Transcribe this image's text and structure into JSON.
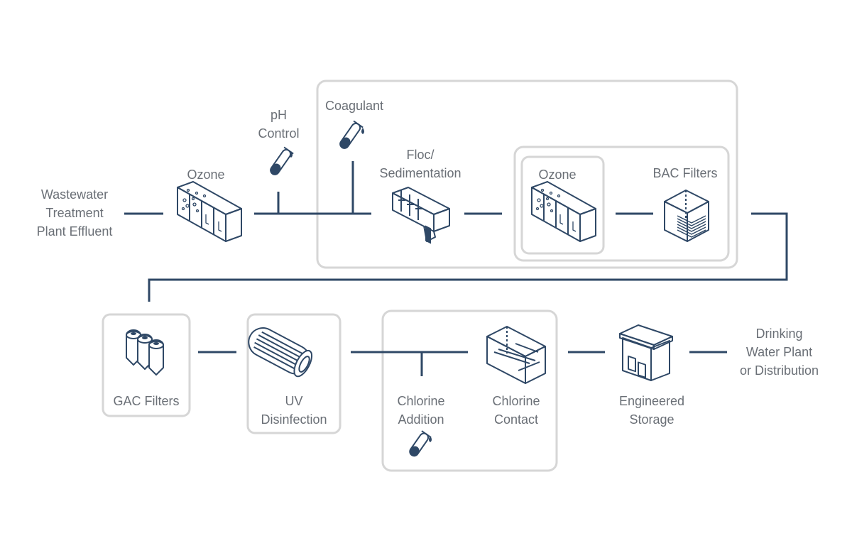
{
  "colors": {
    "pipe": "#2f4866",
    "icon_stroke": "#2f4866",
    "box_border": "#d6d6d6",
    "label_text": "#6a6f76",
    "background": "#ffffff"
  },
  "labels": {
    "wastewater": [
      "Wastewater",
      "Treatment",
      "Plant Effluent"
    ],
    "ozone_1": "Ozone",
    "ph_control": [
      "pH",
      "Control"
    ],
    "coagulant": "Coagulant",
    "floc": [
      "Floc/",
      "Sedimentation"
    ],
    "ozone_2": "Ozone",
    "bac_filters": "BAC Filters",
    "gac_filters": "GAC Filters",
    "uv": [
      "UV",
      "Disinfection"
    ],
    "chlorine_addition": [
      "Chlorine",
      "Addition"
    ],
    "chlorine_contact": [
      "Chlorine",
      "Contact"
    ],
    "engineered_storage": [
      "Engineered",
      "Storage"
    ],
    "drinking_water": [
      "Drinking",
      "Water Plant",
      "or Distribution"
    ]
  },
  "icons": [
    "ozone-tank-icon",
    "chemical-tube-icon",
    "sedimentation-basin-icon",
    "bac-filter-icon",
    "gac-tanks-icon",
    "uv-reactor-icon",
    "contact-tank-icon",
    "storage-building-icon"
  ]
}
